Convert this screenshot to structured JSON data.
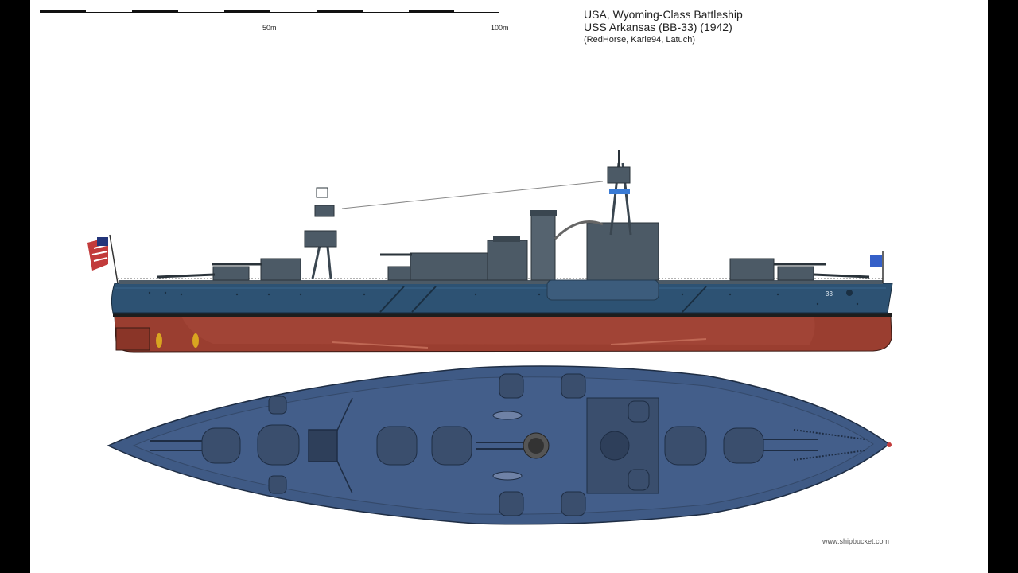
{
  "scale": {
    "mid_label": "50m",
    "end_label": "100m"
  },
  "title": {
    "line1": "USA, Wyoming-Class Battleship",
    "line2": "USS Arkansas (BB-33) (1942)",
    "credits": "(RedHorse, Karle94, Latuch)"
  },
  "hull_number": "33",
  "watermark": "www.shipbucket.com",
  "colors": {
    "hull_blue": "#2d5273",
    "deck_blue": "#3f5a85",
    "bottom_red": "#9a3e30",
    "superstructure_gray": "#4c5a66",
    "propeller_gold": "#d9a520"
  }
}
